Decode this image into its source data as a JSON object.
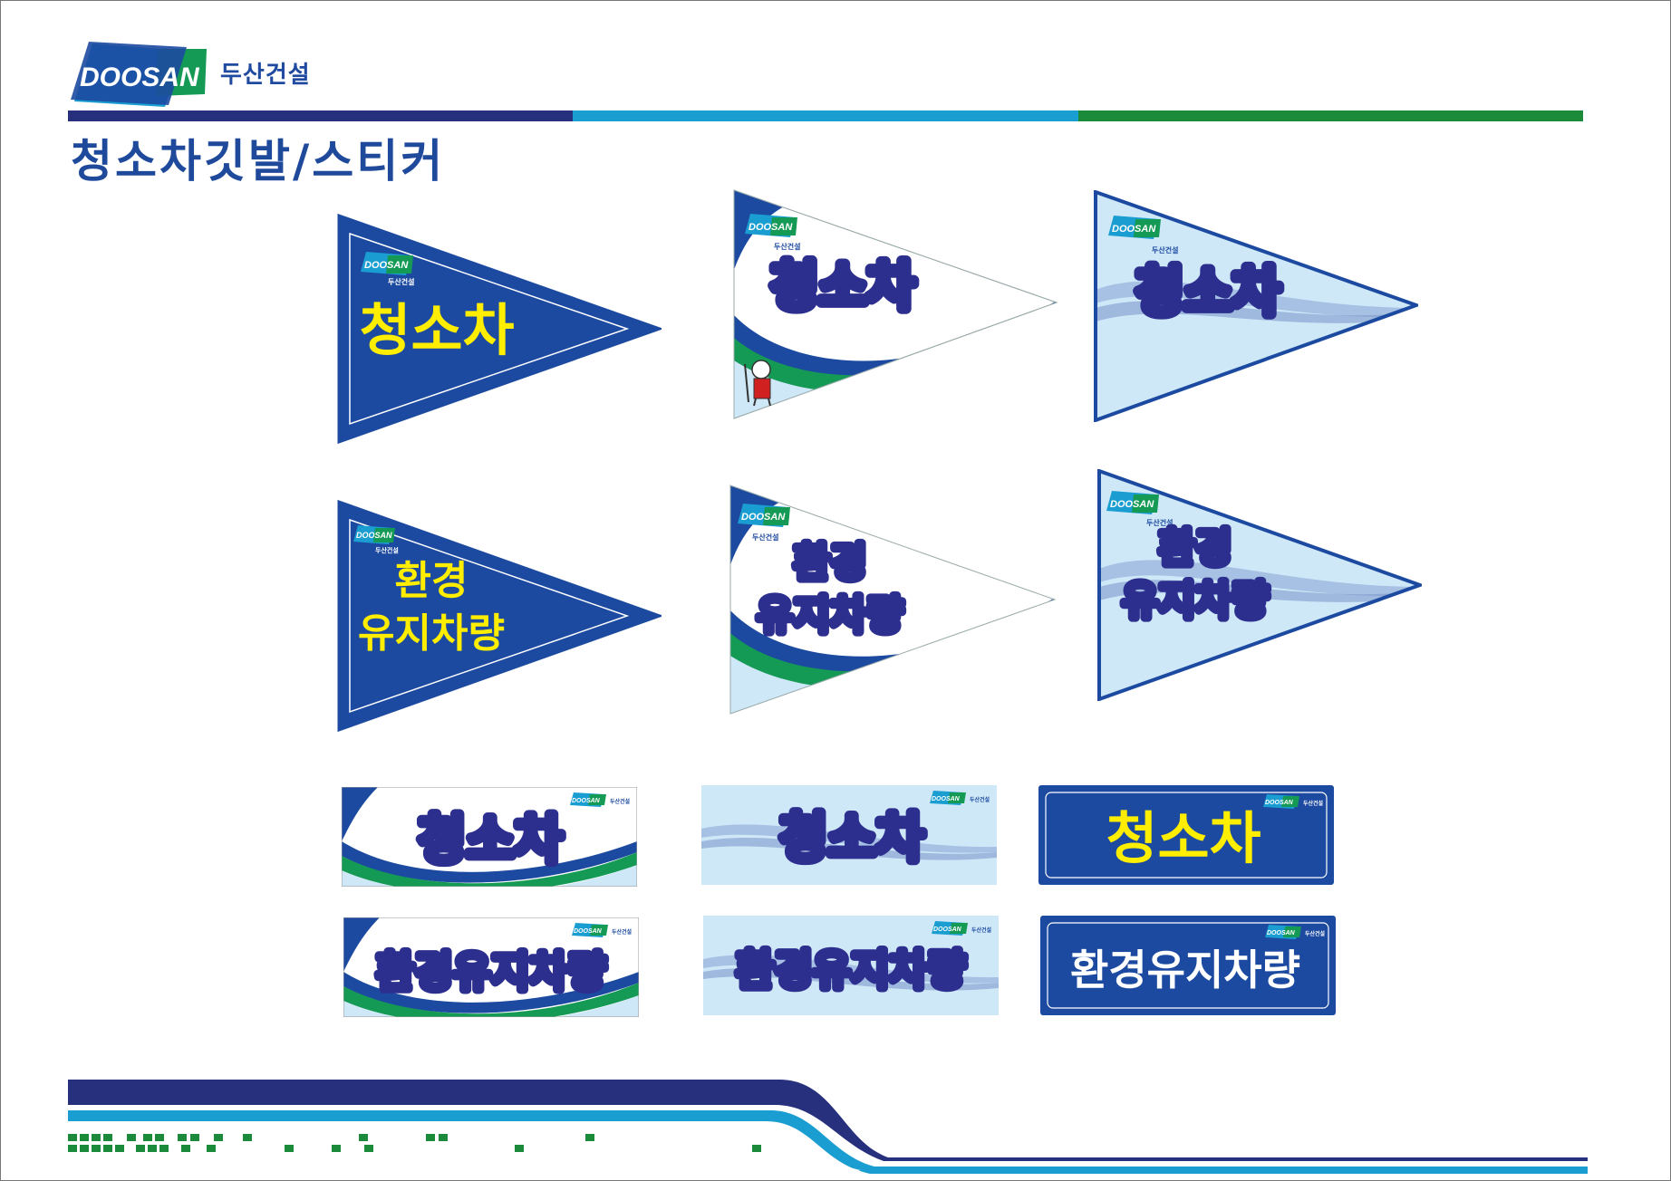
{
  "header": {
    "logo_word": "DOOSAN",
    "company_name": "두산건설",
    "title": "청소차깃발/스티커",
    "bar_colors": [
      "#27307d",
      "#1a9dd0",
      "#1b8a3b"
    ]
  },
  "colors": {
    "navy": "#1c4aa0",
    "dark_blue": "#1d3f99",
    "light_blue": "#cfe8f8",
    "yellow": "#ffee00",
    "text_blue": "#2d2f8f",
    "green": "#149a54"
  },
  "pennants_row1": {
    "dark_label": "청소차",
    "white_label": "청소차",
    "light_label": "청소차"
  },
  "pennants_row2": {
    "dark_label_line1": "환경",
    "dark_label_line2": "유지차량",
    "white_label_line1": "환경",
    "white_label_line2": "유지차량",
    "light_label_line1": "환경",
    "light_label_line2": "유지차량"
  },
  "stickers_row1": {
    "white_label": "청소차",
    "light_label": "청소차",
    "dark_label": "청소차"
  },
  "stickers_row2": {
    "white_label": "환경유지차량",
    "light_label": "환경유지차량",
    "dark_label": "환경유지차량"
  },
  "mini_logo": {
    "word": "DOOSAN",
    "sub": "두산건설"
  }
}
